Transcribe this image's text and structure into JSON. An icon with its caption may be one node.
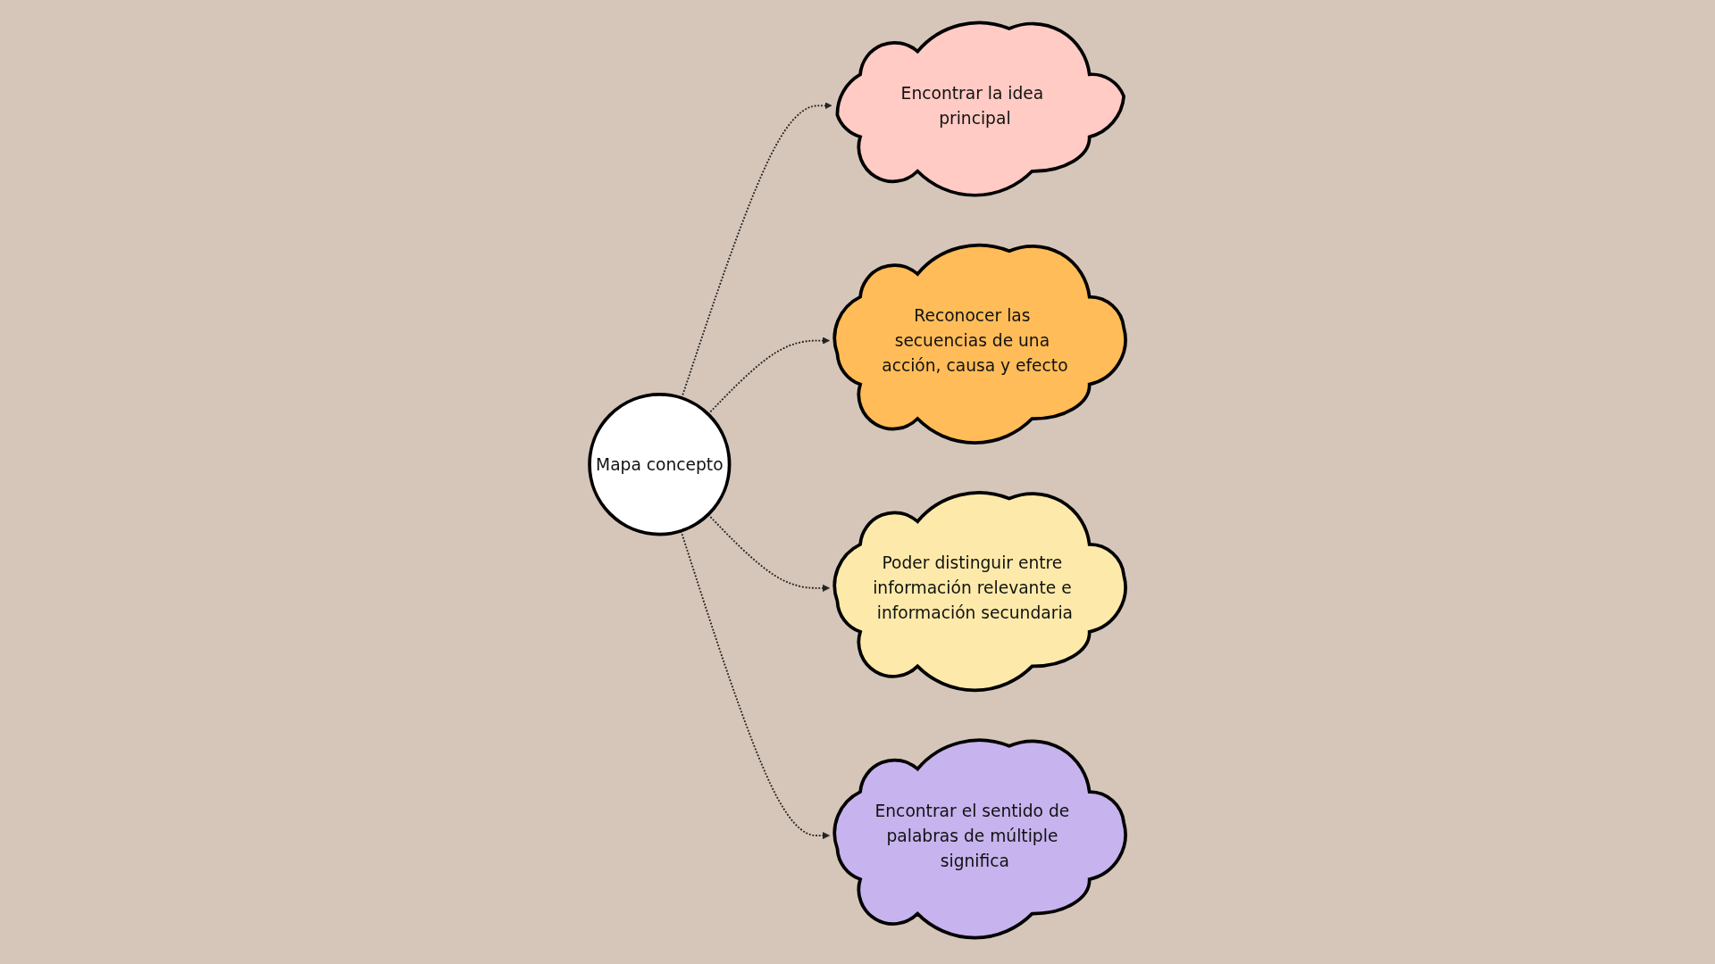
{
  "diagram": {
    "nodes": [
      {
        "text": [
          "Encontrar la idea principal"
        ]
      },
      {
        "text": [
          "Reconocer las secuencias de una acción, causa y efecto"
        ]
      },
      {
        "text": [
          "Mapa concepto"
        ]
      },
      {
        "text": [
          "Poder distinguir entre información relevante e información secundaria"
        ]
      },
      {
        "text": [
          "Encontrar el sentido de palabras de múltiple significa"
        ]
      }
    ],
    "edges": [
      {
        "from": 2,
        "to": 0,
        "arrow": "to",
        "style": "dashed"
      },
      {
        "from": 2,
        "to": 1,
        "arrow": "to",
        "style": "dashed"
      },
      {
        "from": 2,
        "to": 3,
        "arrow": "to",
        "style": "dashed"
      },
      {
        "from": 2,
        "to": 4,
        "arrow": "to",
        "style": "dashed"
      }
    ]
  }
}
